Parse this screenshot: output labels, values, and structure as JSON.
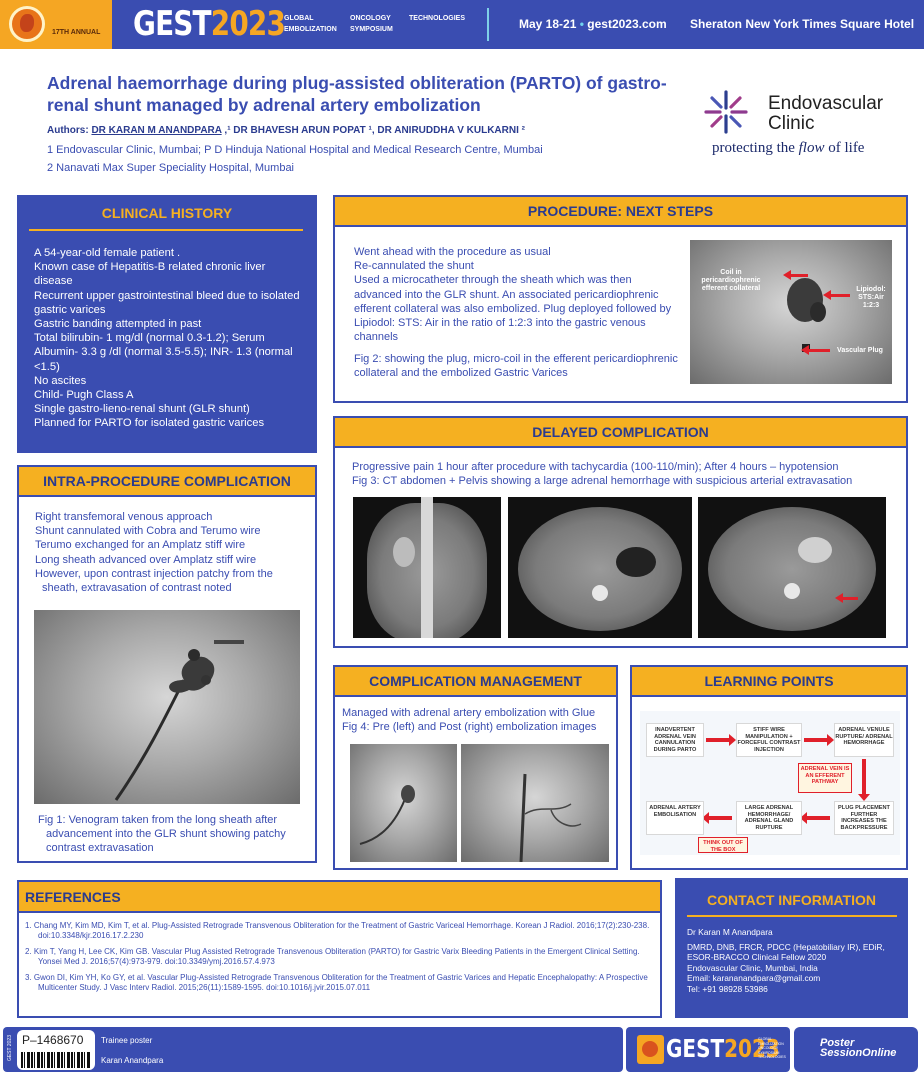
{
  "header": {
    "badge": "17TH ANNUAL",
    "brand": "GEST",
    "year": "2023",
    "tag_col1": [
      "GLOBAL",
      "EMBOLIZATION"
    ],
    "tag_col2": [
      "ONCOLOGY",
      "SYMPOSIUM"
    ],
    "tag_col3": [
      "TECHNOLOGIES"
    ],
    "dates": "May 18-21",
    "website": "gest2023.com",
    "venue": "Sheraton New York Times Square Hotel"
  },
  "poster": {
    "title": "Adrenal haemorrhage during plug-assisted obliteration (PARTO) of gastro-renal shunt managed by adrenal artery embolization",
    "authors_label": "Authors:",
    "author1": "DR KARAN M ANANDPARA",
    "author_rest": " ,¹ DR BHAVESH ARUN POPAT ¹, DR ANIRUDDHA V KULKARNI ²",
    "affil1": "1 Endovascular Clinic, Mumbai; P D Hinduja National Hospital and Medical Research Centre, Mumbai",
    "affil2": "2 Nanavati Max Super Speciality Hospital, Mumbai",
    "logo_name_1": "Endovascular",
    "logo_name_2": "Clinic",
    "logo_tag_a": "protecting the ",
    "logo_tag_b": "flow",
    "logo_tag_c": " of life"
  },
  "clinical_history": {
    "heading": "CLINICAL HISTORY",
    "lines": [
      "A 54-year-old female patient .",
      "Known case of Hepatitis-B related chronic liver disease",
      "Recurrent upper gastrointestinal bleed due to isolated gastric varices",
      "Gastric banding attempted in past",
      "Total bilirubin- 1 mg/dl (normal 0.3-1.2); Serum Albumin- 3.3 g /dl (normal 3.5-5.5); INR- 1.3 (normal <1.5)",
      "No ascites",
      "Child- Pugh Class A",
      "Single gastro-lieno-renal shunt (GLR shunt)",
      "Planned for PARTO for isolated gastric varices"
    ]
  },
  "intra_procedure": {
    "heading": "INTRA-PROCEDURE COMPLICATION",
    "lines": [
      "Right transfemoral venous approach",
      "Shunt cannulated with Cobra and Terumo wire",
      "Terumo exchanged for an Amplatz stiff wire",
      "Long sheath advanced over Amplatz stiff wire",
      "However, upon contrast injection patchy from the sheath, extravasation of contrast noted"
    ],
    "fig_caption": "Fig 1: Venogram taken from the long sheath after advancement into the GLR shunt showing patchy contrast extravasation"
  },
  "procedure_next": {
    "heading": "PROCEDURE: NEXT STEPS",
    "lines": [
      "Went ahead with the procedure as usual",
      "Re-cannulated the shunt",
      "Used a microcatheter through the sheath which was then advanced into the GLR shunt. An associated pericardiophrenic efferent collateral was also embolized. Plug deployed followed by Lipiodol: STS: Air in the ratio of 1:2:3 into the gastric venous channels"
    ],
    "fig_caption": "Fig 2: showing the plug, micro-coil in the efferent pericardiophrenic collateral and the embolized Gastric Varices",
    "label_coil": "Coil in pericardiophrenic efferent collateral",
    "label_lipiodol": "Lipiodol: STS:Air 1:2:3",
    "label_plug": "Vascular Plug"
  },
  "delayed": {
    "heading": "DELAYED COMPLICATION",
    "line1": "Progressive pain 1 hour after procedure with tachycardia (100-110/min); After 4 hours – hypotension",
    "line2": "Fig 3: CT abdomen + Pelvis showing a large adrenal hemorrhage with suspicious arterial extravasation"
  },
  "management": {
    "heading": "COMPLICATION MANAGEMENT",
    "line1": "Managed with adrenal artery embolization with Glue",
    "line2": "Fig 4: Pre (left) and Post (right) embolization images"
  },
  "learning": {
    "heading": "LEARNING POINTS",
    "box1": "INADVERTENT ADRENAL VEIN CANNULATION DURING PARTO",
    "box2": "STIFF WIRE MANIPULATION + FORCEFUL CONTRAST INJECTION",
    "box3": "ADRENAL VENULE RUPTURE/ ADRENAL HEMORRHAGE",
    "box4": "PLUG PLACEMENT FURTHER INCREASES THE BACKPRESSURE",
    "box5": "LARGE ADRENAL HEMORRHAGE/ ADRENAL GLAND RUPTURE",
    "box6": "ADRENAL ARTERY EMBOLISATION",
    "note1": "ADRENAL VEIN IS AN EFFERENT PATHWAY",
    "note2": "THINK OUT OF THE BOX"
  },
  "references": {
    "heading": "REFERENCES",
    "items": [
      "1.  Chang MY, Kim MD, Kim T, et al. Plug-Assisted Retrograde Transvenous Obliteration for the Treatment of Gastric Variceal Hemorrhage. Korean J Radiol. 2016;17(2):230-238. doi:10.3348/kjr.2016.17.2.230",
      "2.  Kim T, Yang H, Lee CK, Kim GB. Vascular Plug Assisted Retrograde Transvenous Obliteration (PARTO) for Gastric Varix Bleeding Patients in the Emergent Clinical Setting. Yonsei Med J. 2016;57(4):973-979. doi:10.3349/ymj.2016.57.4.973",
      "3.  Gwon DI, Kim YH, Ko GY, et al. Vascular Plug-Assisted Retrograde Transvenous Obliteration for the Treatment of Gastric Varices and Hepatic Encephalopathy: A Prospective Multicenter Study. J Vasc Interv Radiol. 2015;26(11):1589-1595. doi:10.1016/j.jvir.2015.07.011"
    ]
  },
  "contact": {
    "heading": "CONTACT INFORMATION",
    "name": "Dr  Karan M Anandpara",
    "quals": "DMRD, DNB, FRCR, PDCC (Hepatobiliary IR), EDiR, ESOR-BRACCO Clinical Fellow 2020",
    "org": "Endovascular Clinic, Mumbai, India",
    "email": "Email: karananandpara@gmail.com",
    "tel": "Tel: +91 98928 53986"
  },
  "footer": {
    "poster_id": "P–1468670",
    "vertical_tag": "GEST 2023",
    "category": "Trainee poster",
    "presenter": "Karan Anandpara",
    "brand": "GEST",
    "year": "2023",
    "sub_lines": [
      "GLOBAL",
      "EMBOLIZATION",
      "ONCOLOGY",
      "SYMPOSIUM",
      "TECHNOLOGIES"
    ],
    "psol_1": "Poster",
    "psol_2": "SessionOnline"
  }
}
